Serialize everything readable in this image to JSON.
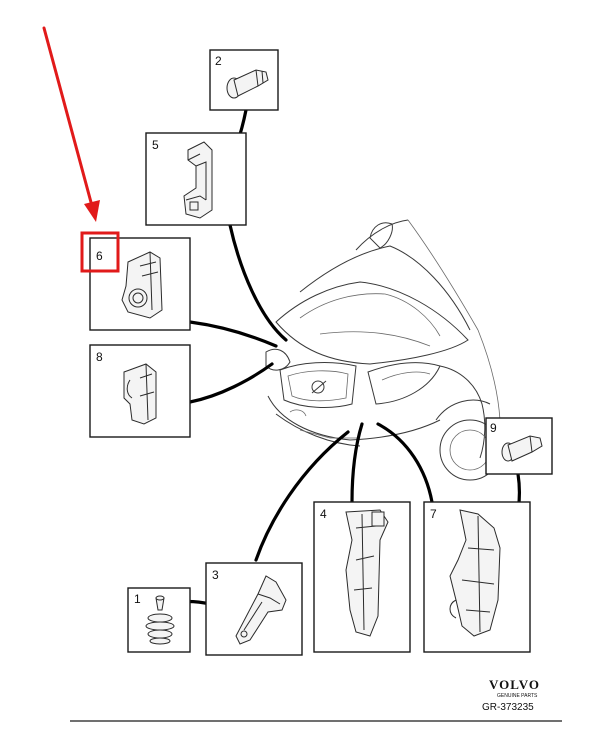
{
  "callouts": [
    {
      "id": "2",
      "label": "2"
    },
    {
      "id": "5",
      "label": "5"
    },
    {
      "id": "6",
      "label": "6"
    },
    {
      "id": "8",
      "label": "8"
    },
    {
      "id": "9",
      "label": "9"
    },
    {
      "id": "1",
      "label": "1"
    },
    {
      "id": "3",
      "label": "3"
    },
    {
      "id": "4",
      "label": "4"
    },
    {
      "id": "7",
      "label": "7"
    }
  ],
  "brand": {
    "name": "VOLVO",
    "subtitle": "GENUINE PARTS"
  },
  "reference": "GR-373235",
  "colors": {
    "highlight": "#e11a1a",
    "leader": "#000000"
  }
}
